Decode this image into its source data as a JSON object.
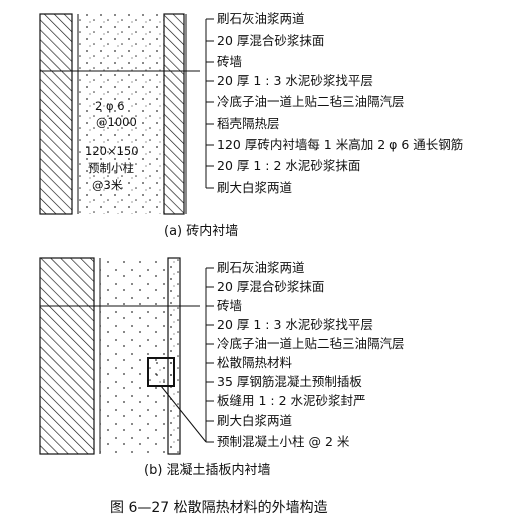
{
  "diagram_a": {
    "labels": [
      "刷石灰油浆两道",
      "20 厚混合砂浆抹面",
      "砖墙",
      "20 厚 1 : 3 水泥砂浆找平层",
      "冷底子油一道上贴二毡三油隔汽层",
      "稻壳隔热层",
      "120 厚砖内衬墙每 1 米高加 2 φ 6 通长钢筋",
      "20 厚 1 : 2 水泥砂浆抹面",
      "刷大白浆两道"
    ],
    "rebar_note": [
      "2 φ 6",
      "@1000"
    ],
    "post_note": [
      "120×150",
      "预制小柱",
      "@3米"
    ],
    "caption": "(a)  砖内衬墙"
  },
  "diagram_b": {
    "labels": [
      "刷石灰油浆两道",
      "20 厚混合砂浆抹面",
      "砖墙",
      "20 厚 1 : 3 水泥砂浆找平层",
      "冷底子油一道上贴二毡三油隔汽层",
      "松散隔热材料",
      "35 厚钢筋混凝土预制插板",
      "板缝用 1 : 2 水泥砂浆封严",
      "刷大白浆两道",
      "预制混凝土小柱 @ 2 米"
    ],
    "caption": "(b)  混凝土插板内衬墙"
  },
  "figure_title": "图 6—27    松散隔热材料的外墙构造"
}
